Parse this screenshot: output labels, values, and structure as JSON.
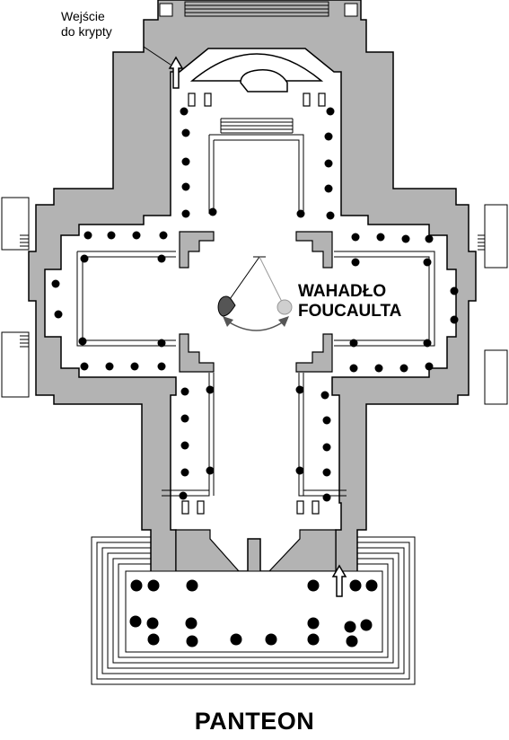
{
  "labels": {
    "crypt_entrance": [
      "Wejście",
      "do krypty"
    ],
    "pendulum": [
      "WAHADŁO",
      "FOUCAULTA"
    ],
    "title": "PANTEON"
  },
  "colors": {
    "wall": "#b3b3b3",
    "outline": "#000000",
    "floor": "#ffffff",
    "column": "#000000",
    "pendulum_arrow": "#555555",
    "pendulum_ghost": "#cfcfcf"
  },
  "icons": [
    "entrance-arrow-icon",
    "pendulum-icon"
  ]
}
